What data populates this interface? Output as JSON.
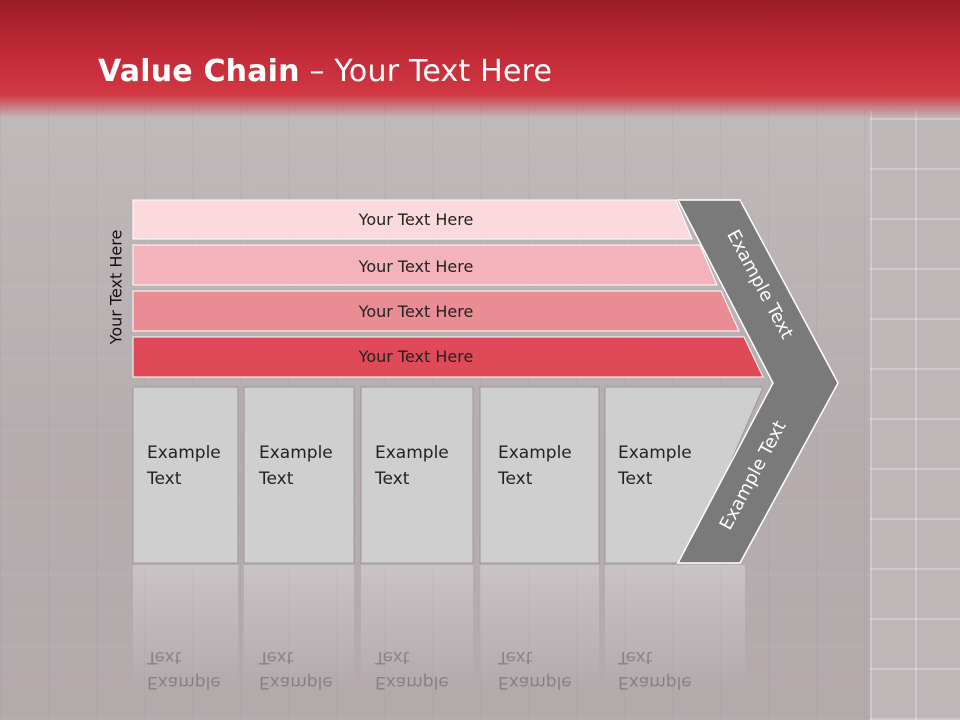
{
  "title": {
    "bold": "Value Chain",
    "rest": " – Your Text Here"
  },
  "side_label": "Your Text Here",
  "rows": [
    {
      "label": "Your Text Here",
      "color": "#fadadd"
    },
    {
      "label": "Your Text Here",
      "color": "#f2b4ba"
    },
    {
      "label": "Your Text Here",
      "color": "#ea8c94"
    },
    {
      "label": "Your Text Here",
      "color": "#e04a58"
    }
  ],
  "columns": [
    {
      "line1": "Example",
      "line2": "Text"
    },
    {
      "line1": "Example",
      "line2": "Text"
    },
    {
      "line1": "Example",
      "line2": "Text"
    },
    {
      "line1": "Example",
      "line2": "Text"
    },
    {
      "line1": "Example",
      "line2": "Text"
    }
  ],
  "chevron_top_label": "Example Text",
  "chevron_bottom_label": "Example Text",
  "colors": {
    "header": "#c12a37",
    "column_fill": "#cfcfcf",
    "chevron": "#7a7a7a"
  }
}
